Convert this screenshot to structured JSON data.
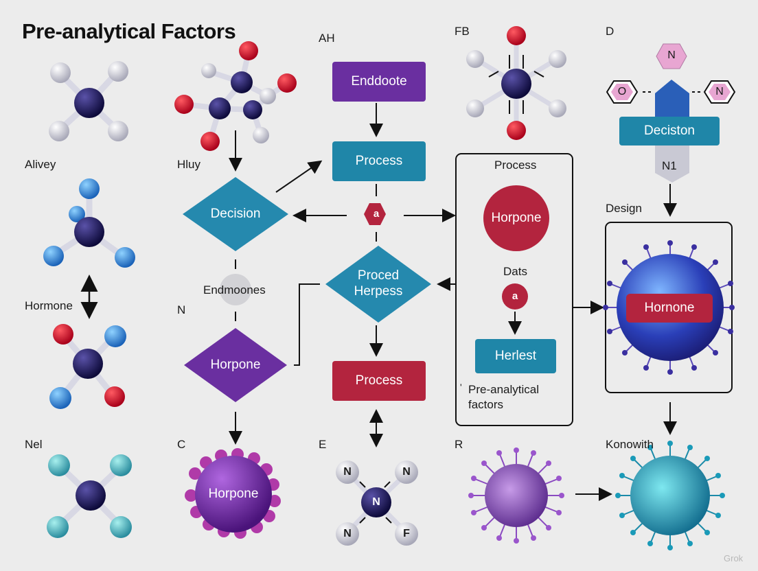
{
  "title": "Pre-analytical Factors",
  "labels": {
    "ah": "AH",
    "fb": "FB",
    "d": "D",
    "alivey": "Alivey",
    "hluy": "Hluy",
    "hormone": "Hormone",
    "n_left": "N",
    "nel": "Nel",
    "c": "C",
    "e": "E",
    "r": "R",
    "design": "Design",
    "konowith": "Konowith",
    "n1": "N1",
    "dats": "Dats",
    "process_panel": "Process",
    "endmoones": "Endmoones",
    "footnote_marker": "'",
    "footnote_line1": "Pre-analytical",
    "footnote_line2": "factors"
  },
  "boxes": {
    "enddoote": "Enddoote",
    "process_top": "Process",
    "process_bottom": "Process",
    "deciston": "Deciston",
    "herlest": "Herlest"
  },
  "diamonds": {
    "decision": "Decision",
    "proced_line1": "Proced",
    "proced_line2": "Herpess",
    "horpone": "Horpone"
  },
  "circles": {
    "horpone_red": "Horpone",
    "horpone_purple": "Horpone",
    "hornone_cell": "Hornone",
    "q_center": "a",
    "q_dats": "a"
  },
  "hexagons": {
    "top": "N",
    "left": "O",
    "right": "N"
  },
  "atoms": {
    "e_tl": "N",
    "e_tr": "N",
    "e_c": "N",
    "e_bl": "N",
    "e_br": "F"
  },
  "watermark": "Grok",
  "colors": {
    "purple": "#6a2fa0",
    "teal": "#1f86a8",
    "crimson": "#b3243e",
    "navy": "#1c1650",
    "pink": "#e8a6d2"
  }
}
